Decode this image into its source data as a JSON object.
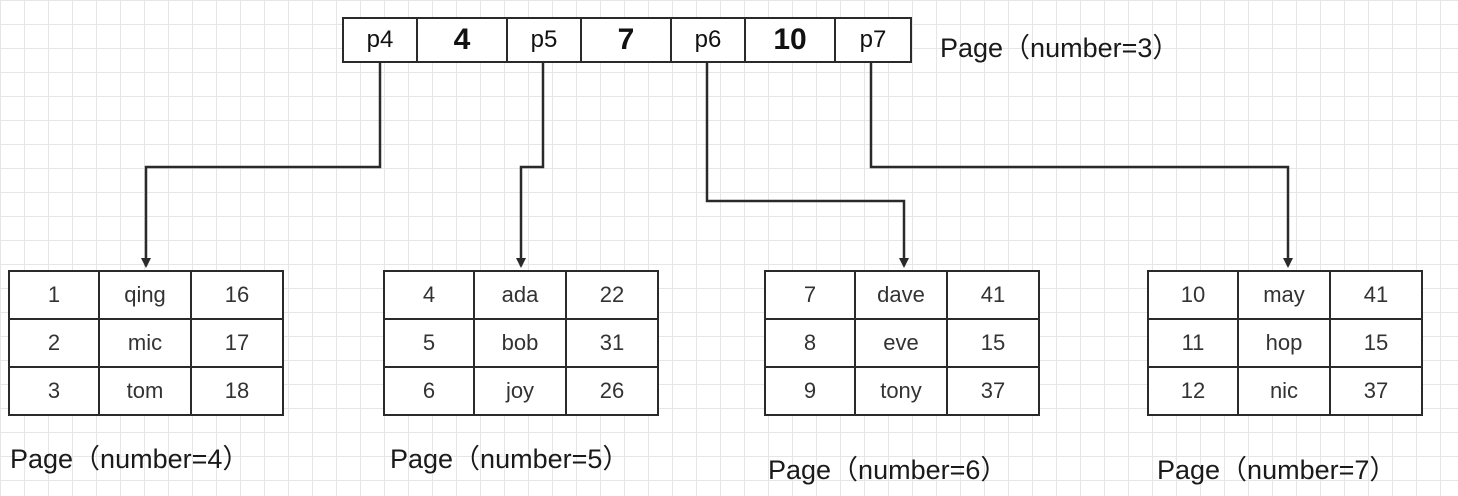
{
  "root": {
    "cells": [
      "p4",
      "4",
      "p5",
      "7",
      "p6",
      "10",
      "p7"
    ],
    "caption": "Page（number=3）"
  },
  "leaves": [
    {
      "caption": "Page（number=4）",
      "rows": [
        [
          "1",
          "qing",
          "16"
        ],
        [
          "2",
          "mic",
          "17"
        ],
        [
          "3",
          "tom",
          "18"
        ]
      ]
    },
    {
      "caption": "Page（number=5）",
      "rows": [
        [
          "4",
          "ada",
          "22"
        ],
        [
          "5",
          "bob",
          "31"
        ],
        [
          "6",
          "joy",
          "26"
        ]
      ]
    },
    {
      "caption": "Page（number=6）",
      "rows": [
        [
          "7",
          "dave",
          "41"
        ],
        [
          "8",
          "eve",
          "15"
        ],
        [
          "9",
          "tony",
          "37"
        ]
      ]
    },
    {
      "caption": "Page（number=7）",
      "rows": [
        [
          "10",
          "may",
          "41"
        ],
        [
          "11",
          "hop",
          "15"
        ],
        [
          "12",
          "nic",
          "37"
        ]
      ]
    }
  ],
  "colors": {
    "line": "#2a2a2a",
    "grid": "#e6e6e6",
    "text": "#333333"
  }
}
